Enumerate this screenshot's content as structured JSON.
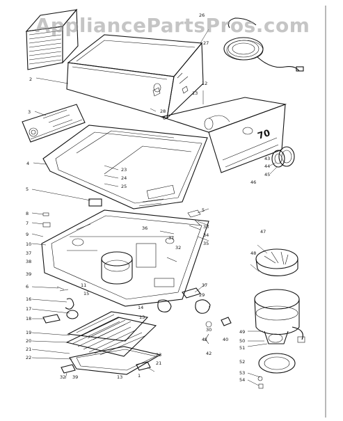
{
  "watermark": "AppliancePartsPros.com",
  "badge_text": "70",
  "part_labels": [
    "1",
    "2",
    "3",
    "4",
    "5",
    "6",
    "7",
    "8",
    "9",
    "10",
    "11",
    "12",
    "13",
    "14",
    "15",
    "16",
    "17",
    "18",
    "19",
    "20",
    "21",
    "22",
    "23",
    "24",
    "25",
    "26",
    "27",
    "28",
    "29",
    "30",
    "31",
    "32",
    "33",
    "34",
    "35",
    "36",
    "37",
    "38",
    "39",
    "40",
    "41",
    "42",
    "43",
    "44",
    "45",
    "46",
    "47",
    "48",
    "49",
    "50",
    "51",
    "52",
    "53",
    "54"
  ]
}
